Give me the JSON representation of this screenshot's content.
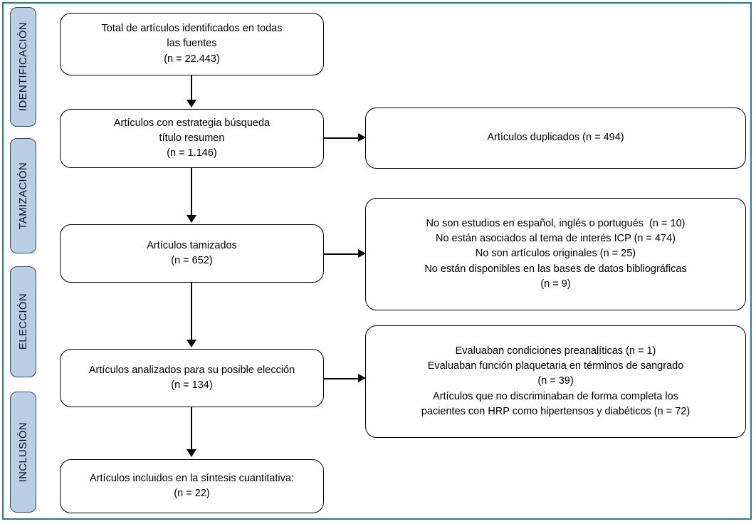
{
  "diagram": {
    "title": "PRISMA flow diagram",
    "frame_color": "#1b7fa8",
    "stage_fill_color": "#b9cde5",
    "box_border_color": "#000000"
  },
  "stages": [
    {
      "label": "IDENTIFICACIÓN"
    },
    {
      "label": "TAMIZACIÓN"
    },
    {
      "label": "ELECCIÓN"
    },
    {
      "label": "INCLUSIÓN"
    }
  ],
  "main_boxes": [
    {
      "name": "identified-records",
      "lines": [
        "Total de artículos identificados en todas",
        "las fuentes",
        "(n = 22.443)"
      ]
    },
    {
      "name": "search-strategy-records",
      "lines": [
        "Artículos con estrategia búsqueda",
        "título resumen",
        "(n = 1.146)"
      ]
    },
    {
      "name": "screened-records",
      "lines": [
        "Artículos tamizados",
        "(n = 652)"
      ]
    },
    {
      "name": "eligibility-records",
      "lines": [
        "Artículos analizados para su posible elección",
        "(n = 134)"
      ]
    },
    {
      "name": "included-records",
      "lines": [
        "Artículos incluidos en la síntesis cuantitativa:",
        "(n = 22)"
      ]
    }
  ],
  "exclusion_boxes": [
    {
      "name": "duplicates",
      "lines": [
        "Artículos duplicados (n = 494)"
      ]
    },
    {
      "name": "screening-exclusions",
      "lines": [
        "No son estudios en español, inglés o portugués  (n = 10)",
        "No están asociados al tema de interés ICP (n = 474)",
        "No son artículos originales (n = 25)",
        "No están disponibles en las bases de datos bibliográficas",
        "(n = 9)"
      ]
    },
    {
      "name": "eligibility-exclusions",
      "lines": [
        "Evaluaban condiciones preanalíticas (n = 1)",
        "Evaluaban función plaquetaria en términos de sangrado",
        "(n = 39)",
        "Artículos que no discriminaban de forma completa los",
        "pacientes con HRP como hipertensos y diabéticos (n = 72)"
      ]
    }
  ]
}
